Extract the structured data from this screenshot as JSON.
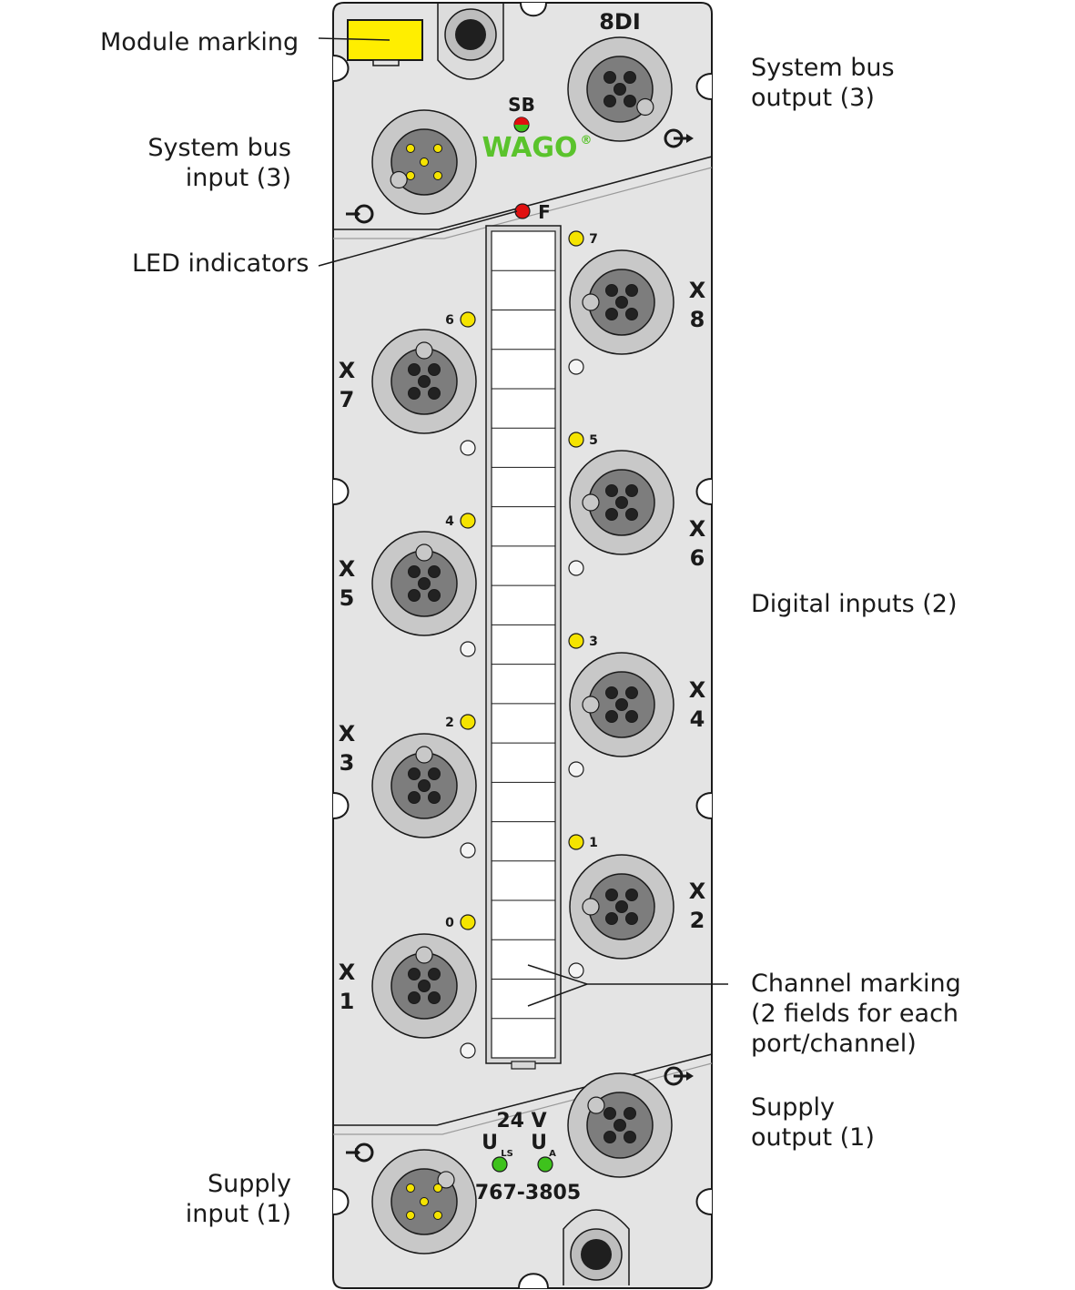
{
  "module": {
    "type_label": "8DI",
    "part_number": "767-3805",
    "brand": "WAGO",
    "registered_mark": "®",
    "system_bus_led_label": "SB",
    "fault_led_label": "F",
    "voltage_label": "24 V",
    "uls_label": "U",
    "uls_sub": "LS",
    "ua_label": "U",
    "ua_sub": "A",
    "ports": [
      {
        "name": "X 1",
        "l1": "X",
        "l2": "1"
      },
      {
        "name": "X 2",
        "l1": "X",
        "l2": "2"
      },
      {
        "name": "X 3",
        "l1": "X",
        "l2": "3"
      },
      {
        "name": "X 4",
        "l1": "X",
        "l2": "4"
      },
      {
        "name": "X 5",
        "l1": "X",
        "l2": "5"
      },
      {
        "name": "X 6",
        "l1": "X",
        "l2": "6"
      },
      {
        "name": "X 7",
        "l1": "X",
        "l2": "7"
      },
      {
        "name": "X 8",
        "l1": "X",
        "l2": "8"
      }
    ],
    "channel_leds": [
      "0",
      "1",
      "2",
      "3",
      "4",
      "5",
      "6",
      "7"
    ],
    "colors": {
      "housing": "#e4e4e4",
      "outline": "#1a1a1a",
      "channel_led": "#f5e400",
      "fault_led": "#e01010",
      "supply_led": "#3ec21c",
      "brand_green": "#5ac32c",
      "module_marking": "#ffee00",
      "socket_ring": "#c8c8c8",
      "socket_face": "#7d7d7d"
    }
  },
  "callouts": {
    "module_marking": [
      "Module marking"
    ],
    "system_bus_input": [
      "System bus",
      "input (3)"
    ],
    "system_bus_output": [
      "System bus",
      "output (3)"
    ],
    "led_indicators": [
      "LED indicators"
    ],
    "digital_inputs": [
      "Digital inputs (2)"
    ],
    "channel_marking": [
      "Channel marking",
      "(2 fields for each",
      "port/channel)"
    ],
    "supply_output": [
      "Supply",
      "output (1)"
    ],
    "supply_input": [
      "Supply",
      "input (1)"
    ]
  }
}
